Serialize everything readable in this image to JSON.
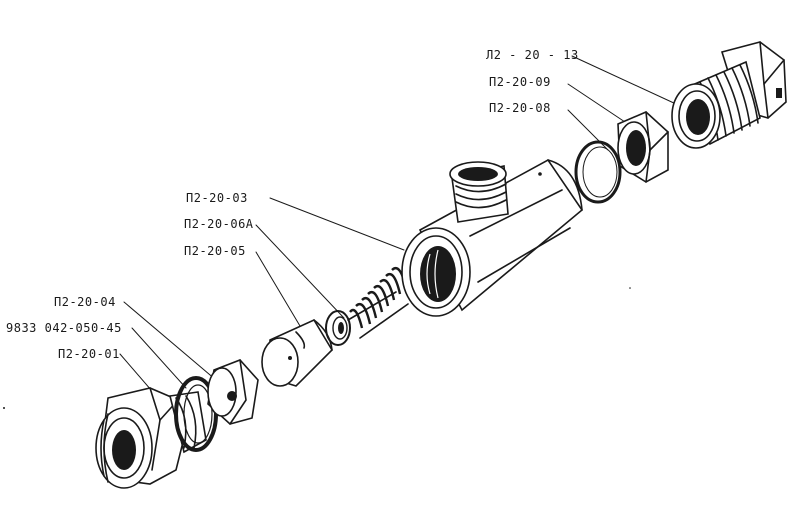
{
  "labels": [
    {
      "id": "l1",
      "text": "Л2 - 20 - 13"
    },
    {
      "id": "l2",
      "text": "П2-20-09"
    },
    {
      "id": "l3",
      "text": "П2-20-08"
    },
    {
      "id": "l4",
      "text": "П2-20-03"
    },
    {
      "id": "l5",
      "text": "П2-20-06А"
    },
    {
      "id": "l6",
      "text": "П2-20-05"
    },
    {
      "id": "l7",
      "text": "П2-20-04"
    },
    {
      "id": "l8",
      "text": "9833 042-050-45"
    },
    {
      "id": "l9",
      "text": "П2-20-01"
    }
  ]
}
